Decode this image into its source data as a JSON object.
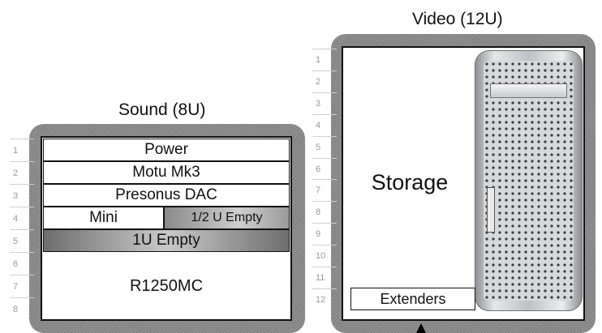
{
  "racks": {
    "sound": {
      "title": "Sound (8U)",
      "units": [
        "1",
        "2",
        "3",
        "4",
        "5",
        "6",
        "7",
        "8"
      ],
      "items": {
        "power": "Power",
        "motu": "Motu Mk3",
        "presonus": "Presonus DAC",
        "mini": "Mini",
        "half_empty": "1/2 U Empty",
        "one_u_empty": "1U Empty",
        "r1250mc": "R1250MC"
      }
    },
    "video": {
      "title": "Video (12U)",
      "units": [
        "1",
        "2",
        "3",
        "4",
        "5",
        "6",
        "7",
        "8",
        "9",
        "10",
        "11",
        "12"
      ],
      "items": {
        "storage": "Storage",
        "extenders": "Extenders"
      }
    }
  },
  "colors": {
    "frame": "#8a8a8a",
    "empty_dark": "#6e6e6e",
    "empty_light": "#c9c9c9",
    "unit_number": "#9a9a9a"
  },
  "icons": {
    "tower": "mac-pro-tower-icon",
    "arrow": "arrow-up-icon"
  }
}
